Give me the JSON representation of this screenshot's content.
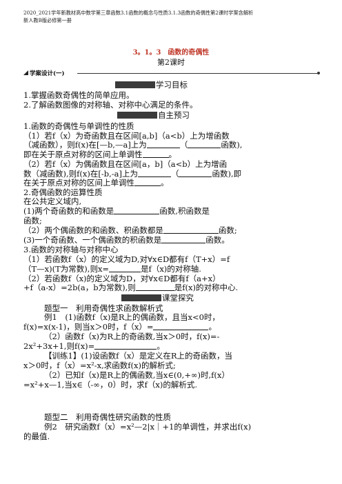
{
  "header": {
    "line1": "2020_2021学年新教材高中数学第三章函数3.1函数的概念与性质3.1.3函数的奇偶性第2课时学案含解析",
    "line2": "新人教B版必修第一册"
  },
  "title": "3。1。3　函数的奇偶性",
  "subtitle": "第2课时",
  "section": "学案设计(一)",
  "goals": {
    "heading": "学习目标",
    "items": [
      "1.掌握函数奇偶性的简单应用。",
      "2.了解函数图像的对称轴、对称中心满足的条件。"
    ]
  },
  "preview": {
    "heading": "自主预习",
    "lines": [
      "1.函数的奇偶性与单调性的性质",
      "（1）若f（x）为奇函数且在区间[a,b]（a<b）上为增函数",
      "（减函数），则f(x)在[—b,—a]上为",
      "（",
      "函数),",
      "即在关于原点对称的区间上单调性",
      "。",
      "（2）若f（x）为偶函数且在区间[a，b]（a<b）上为增函",
      "数（减函数),则f(x)在[-b,-a]上为",
      "（",
      "函数),即",
      "在关于原点对称的区间上单调性",
      "。",
      "2.奇偶函数的运算性质",
      "在公共定义域内,",
      "(1)两个奇函数的和函数是",
      "函数,积函数是",
      "函数;",
      "（2）两个偶函数的和函数、积函数都是",
      "函数;",
      "(3)一个奇函数、一个偶函数的积函数是",
      "函数。",
      "3.函数的对称轴与对称中心",
      "（1）若函数f（x）的定义域为D,对∀x∈D都有f（T+x）=f",
      "（T—x)(T为常数),则x=",
      "是f（x)的对称轴.",
      "（2）若函数f（x)的定义域为D，对∀x∈D都有f（a+x）",
      "+f（a-x）=2b(a，b为常数),则",
      "是f(x)的对称中心."
    ]
  },
  "explore": {
    "heading": "课堂探究",
    "lines": [
      "题型一　利用奇偶性求函数解析式",
      "例1　(1)函数f（x)是R上的偶函数，且当x<0时，",
      "f(x)=x(x-1)，则当x＞0时，f（x）=",
      "。",
      "（2）函数f（x)为R上的奇函数,当x＞0时，f(x)=-",
      "2x²+3x+1,则f(x)=",
      "。",
      "【训练1】(1)设函数f（x）是定义在R上的奇函数，当",
      "x＞0时，f（x）=x²-x,求函数f(x)的解析式;",
      "（2）已知f（x)是R上的偶函数,当x∈(0,+∞)时,f(x）",
      "=x²+x—1,当x∈（-∞，0）时，求f（x)的解析式."
    ]
  },
  "type2": {
    "lines": [
      "题型二　利用奇偶性研究函数的性质",
      "例2　研究函数f（x）=x²—2|x｜+1的单调性，并求出f(x)",
      "的最值."
    ]
  }
}
